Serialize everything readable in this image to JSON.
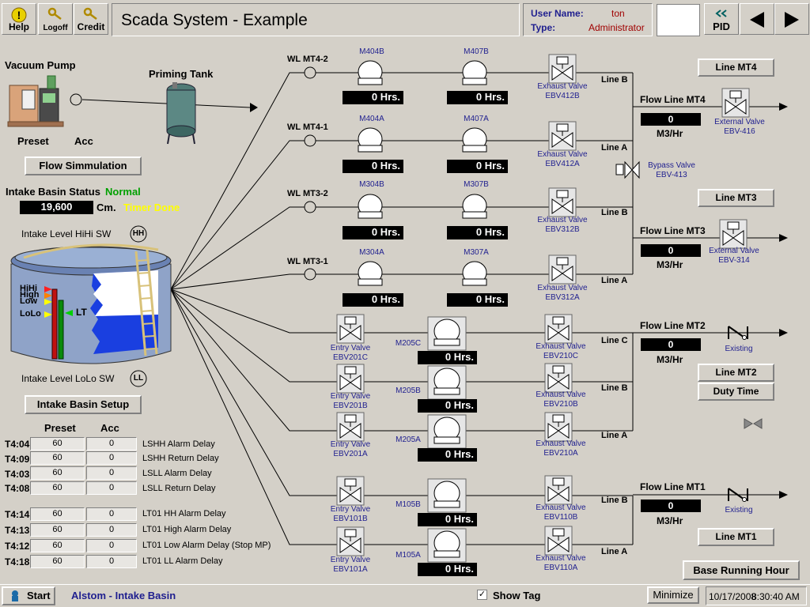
{
  "header": {
    "help_label": "Help",
    "logoff_label": "Logoff",
    "credit_label": "Credit",
    "title": "Scada System - Example",
    "user_name_label": "User Name:",
    "user_name_value": "ton",
    "type_label": "Type:",
    "type_value": "Administrator",
    "pid_label": "PID"
  },
  "left": {
    "vacuum_pump": "Vacuum Pump",
    "priming_tank": "Priming Tank",
    "preset": "Preset",
    "acc": "Acc",
    "flow_simulation": "Flow Simmulation",
    "intake_status_label": "Intake Basin Status",
    "intake_status_value": "Normal",
    "level_value": "19,600",
    "level_unit": "Cm.",
    "timer_done": "Timer Done",
    "hihi_sw": "Intake Level HiHi SW",
    "hh": "HH",
    "lolo_sw": "Intake Level LoLo SW",
    "ll": "LL",
    "lvl_hihi": "HiHi",
    "lvl_high": "High",
    "lvl_low": "Low",
    "lvl_lolo": "LoLo",
    "lt": "LT",
    "intake_setup": "Intake Basin Setup",
    "table_preset": "Preset",
    "table_acc": "Acc",
    "timers": [
      {
        "code": "T4:04",
        "preset": "60",
        "acc": "0",
        "desc": "LSHH Alarm Delay"
      },
      {
        "code": "T4:09",
        "preset": "60",
        "acc": "0",
        "desc": "LSHH Return Delay"
      },
      {
        "code": "T4:03",
        "preset": "60",
        "acc": "0",
        "desc": "LSLL Alarm Delay"
      },
      {
        "code": "T4:08",
        "preset": "60",
        "acc": "0",
        "desc": "LSLL Return Delay"
      },
      {
        "code": "T4:14",
        "preset": "60",
        "acc": "0",
        "desc": "LT01 HH Alarm Delay"
      },
      {
        "code": "T4:13",
        "preset": "60",
        "acc": "0",
        "desc": "LT01 High Alarm Delay"
      },
      {
        "code": "T4:12",
        "preset": "60",
        "acc": "0",
        "desc": "LT01 Low Alarm Delay (Stop MP)"
      },
      {
        "code": "T4:18",
        "preset": "60",
        "acc": "0",
        "desc": "LT01 LL Alarm Delay"
      }
    ]
  },
  "lines": {
    "wl": [
      "WL MT4-2",
      "WL MT4-1",
      "WL MT3-2",
      "WL MT3-1"
    ],
    "pump_a": [
      "M404B",
      "M404A",
      "M304B",
      "M304A"
    ],
    "pump_b": [
      "M407B",
      "M407A",
      "M307B",
      "M307A"
    ],
    "hrs_a": [
      "0 Hrs.",
      "0 Hrs.",
      "0 Hrs.",
      "0 Hrs."
    ],
    "hrs_b": [
      "0 Hrs.",
      "0 Hrs.",
      "0 Hrs.",
      "0 Hrs."
    ],
    "exhaust_label": "Exhaust Valve",
    "exhaust_upper": [
      "EBV412B",
      "EBV412A",
      "EBV312B",
      "EBV312A"
    ],
    "line_names_upper": [
      "Line B",
      "Line A",
      "Line B",
      "Line A"
    ],
    "entry_label": "Entry Valve",
    "entry": [
      "EBV201C",
      "EBV201B",
      "EBV201A",
      "EBV101B",
      "EBV101A"
    ],
    "pump_lower": [
      "M205C",
      "M205B",
      "M205A",
      "M105B",
      "M105A"
    ],
    "hrs_lower": [
      "0 Hrs.",
      "0 Hrs.",
      "0 Hrs.",
      "0 Hrs.",
      "0 Hrs."
    ],
    "exhaust_lower": [
      "EBV210C",
      "EBV210B",
      "EBV210A",
      "EBV110B",
      "EBV110A"
    ],
    "line_names_lower": [
      "Line C",
      "Line B",
      "Line A",
      "Line B",
      "Line A"
    ]
  },
  "right": {
    "flow_mt4": "Flow Line MT4",
    "flow_mt3": "Flow Line MT3",
    "flow_mt2": "Flow Line MT2",
    "flow_mt1": "Flow Line MT1",
    "flow_values": [
      "0",
      "0",
      "0",
      "0"
    ],
    "unit": "M3/Hr",
    "ext_valve": "External Valve",
    "ebv416": "EBV-416",
    "ebv314": "EBV-314",
    "bypass": "Bypass Valve",
    "ebv413": "EBV-413",
    "existing": "Existing",
    "btn_mt4": "Line MT4",
    "btn_mt3": "Line MT3",
    "btn_mt2": "Line MT2",
    "btn_duty": "Duty Time",
    "btn_mt1": "Line MT1",
    "btn_base": "Base Running Hour"
  },
  "taskbar": {
    "start": "Start",
    "title": "Alstom - Intake Basin",
    "show_tag": "Show Tag",
    "minimize": "Minimize",
    "date": "10/17/2008",
    "time": "8:30:40 AM"
  },
  "colors": {
    "background": "#d4d0c8",
    "status_normal": "#00a000",
    "timer_done": "#ffff00",
    "tag_text": "#1f1f8f",
    "user_value": "#a00000",
    "water": "#1a3fe0"
  }
}
